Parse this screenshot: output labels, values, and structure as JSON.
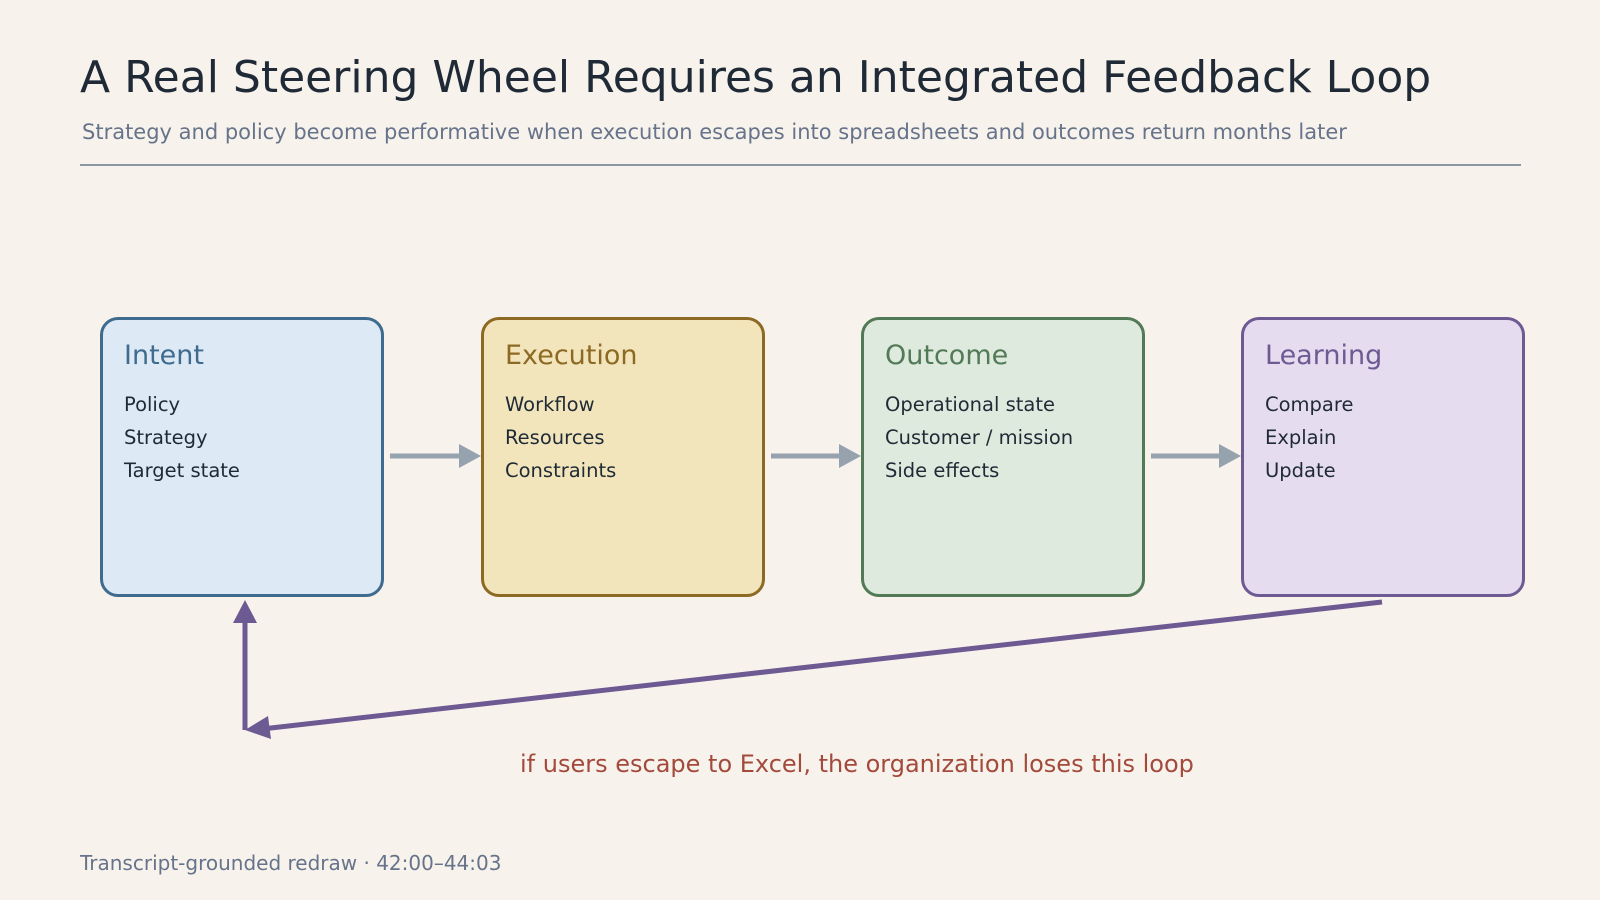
{
  "header": {
    "title": "A Real Steering Wheel Requires an Integrated Feedback Loop",
    "subtitle": "Strategy and policy become performative when execution escapes into spreadsheets and outcomes return months later"
  },
  "stages": [
    {
      "title": "Intent",
      "items": [
        "Policy",
        "Strategy",
        "Target state"
      ],
      "color": "#3f6b8f",
      "fill": "#ddeaf6"
    },
    {
      "title": "Execution",
      "items": [
        "Workflow",
        "Resources",
        "Constraints"
      ],
      "color": "#8d6a23",
      "fill": "#f2e5bc"
    },
    {
      "title": "Outcome",
      "items": [
        "Operational state",
        "Customer / mission",
        "Side effects"
      ],
      "color": "#527a57",
      "fill": "#dfeadf"
    },
    {
      "title": "Learning",
      "items": [
        "Compare",
        "Explain",
        "Update"
      ],
      "color": "#6d5a93",
      "fill": "#e5dcef"
    }
  ],
  "colors": {
    "background": "#f7f3ec",
    "forward_arrow": "#96a2ae",
    "feedback_arrow": "#6d5a93",
    "warning": "#a34a3c"
  },
  "warning": "if users escape to Excel, the organization loses this loop",
  "footer": "Transcript-grounded redraw · 42:00–44:03"
}
